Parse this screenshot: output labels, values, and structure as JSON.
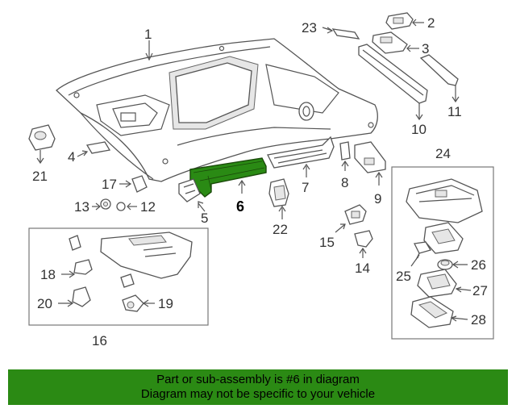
{
  "callouts": {
    "c1": "1",
    "c2": "2",
    "c3": "3",
    "c4": "4",
    "c5": "5",
    "c6": "6",
    "c7": "7",
    "c8": "8",
    "c9": "9",
    "c10": "10",
    "c11": "11",
    "c12": "12",
    "c13": "13",
    "c14": "14",
    "c15": "15",
    "c16": "16",
    "c17": "17",
    "c18": "18",
    "c19": "19",
    "c20": "20",
    "c21": "21",
    "c22": "22",
    "c23": "23",
    "c24": "24",
    "c25": "25",
    "c26": "26",
    "c27": "27",
    "c28": "28"
  },
  "highlight": {
    "part": "6",
    "color": "#2a8a14"
  },
  "banner": {
    "line1": "Part or sub-assembly is #6 in diagram",
    "line2": "Diagram may not be specific to your vehicle",
    "color": "#2b8a14"
  }
}
